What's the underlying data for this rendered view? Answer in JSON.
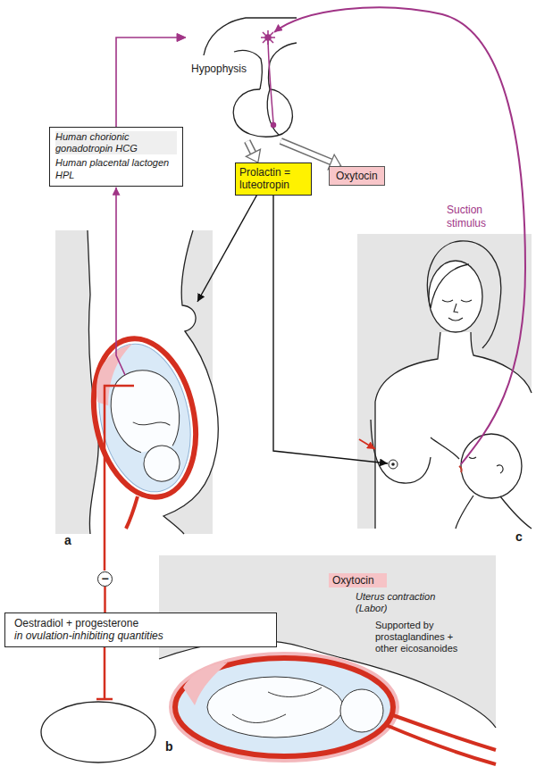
{
  "diagram": {
    "nodes": [
      {
        "text": [
          "Hypophysis"
        ]
      },
      {
        "text": [
          "Human chorionic gonadotropin HCG",
          "Human placental lactogen HPL"
        ]
      },
      {
        "text": [
          "Prolactin = luteotropin"
        ]
      },
      {
        "text": [
          "Oxytocin"
        ]
      },
      {
        "text": [
          "−"
        ]
      },
      {
        "text": [
          "Oestradiol + progesterone",
          "in ovulation-inhibiting quantities"
        ]
      },
      {
        "text": [
          "Uterus contraction (Labor)",
          "Supported by prostaglandines + other eicosanoides"
        ]
      },
      {
        "text": [
          "Oxytocin"
        ],
        "in": 6
      }
    ],
    "edges": [
      {
        "from": 1,
        "to": 0,
        "arrow": "to"
      },
      {
        "from": 0,
        "to": 2,
        "arrow": "to"
      },
      {
        "from": 0,
        "to": 3,
        "arrow": "to"
      },
      {
        "from": 4,
        "to": 5,
        "arrow": "none"
      }
    ],
    "labels": [
      "Suction stimulus",
      "a",
      "c",
      "b"
    ]
  }
}
